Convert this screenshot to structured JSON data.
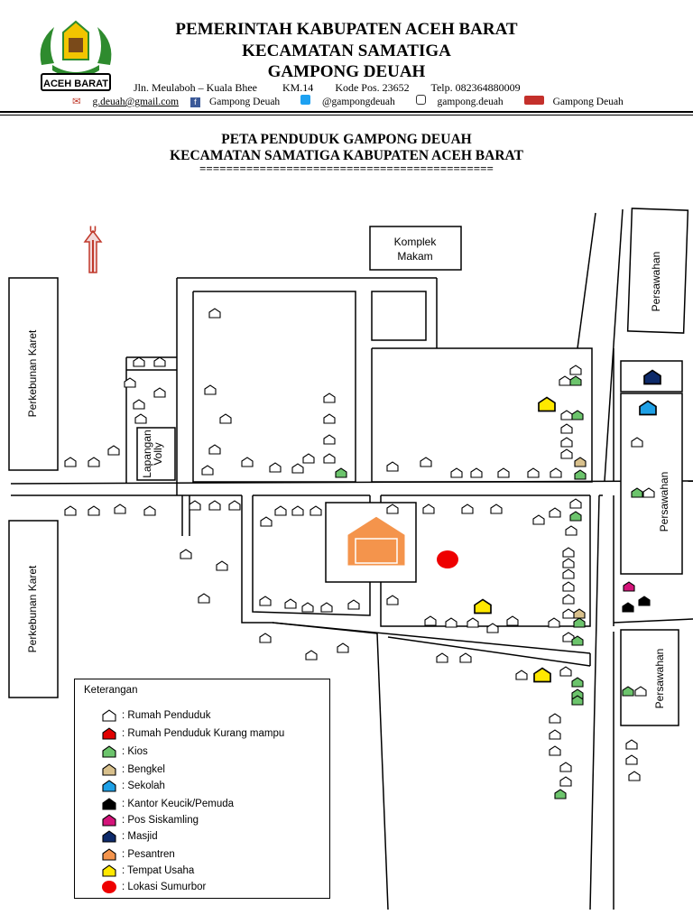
{
  "header": {
    "line1": "PEMERINTAH KABUPATEN ACEH BARAT",
    "line2": "KECAMATAN SAMATIGA",
    "line3": "GAMPONG DEUAH",
    "logo_text": "ACEH BARAT",
    "address": "Jln. Meulaboh – Kuala Bhee",
    "km": "KM.14",
    "postal": "Kode Pos. 23652",
    "phone": "Telp. 082364880009",
    "email": "g.deuah@gmail.com",
    "facebook": "Gampong Deuah",
    "twitter": "@gampongdeuah",
    "instagram": "gampong.deuah",
    "youtube": "Gampong Deuah"
  },
  "map_title": {
    "line1": "PETA PENDUDUK GAMPONG DEUAH",
    "line2": "KECAMATAN SAMATIGA KABUPATEN ACEH BARAT",
    "underline": "============================================"
  },
  "map_labels": {
    "north": "U",
    "komplek_line1": "Komplek",
    "komplek_line2": "Makam",
    "perkebunan1": "Perkebunan Karet",
    "perkebunan2": "Perkebunan Karet",
    "persawahan1": "Persawahan",
    "persawahan2": "Persawahan",
    "persawahan3": "Persawahan",
    "lapangan_line1": "Lapangan",
    "lapangan_line2": "Volly"
  },
  "legend": {
    "title": "Keterangan",
    "items": [
      {
        "label": ": Rumah Penduduk",
        "color": "#ffffff",
        "icon": "house-icon"
      },
      {
        "label": ": Rumah Penduduk Kurang mampu",
        "color": "#e00000",
        "icon": "house-icon"
      },
      {
        "label": ": Kios",
        "color": "#6cc46c",
        "icon": "house-icon"
      },
      {
        "label": ": Bengkel",
        "color": "#d8c08c",
        "icon": "house-icon"
      },
      {
        "label": ": Sekolah",
        "color": "#1ea0e6",
        "icon": "house-icon"
      },
      {
        "label": ": Kantor Keucik/Pemuda",
        "color": "#000000",
        "icon": "house-icon"
      },
      {
        "label": ": Pos Siskamling",
        "color": "#d4147a",
        "icon": "house-icon"
      },
      {
        "label": ": Masjid",
        "color": "#0d2a6a",
        "icon": "house-icon"
      },
      {
        "label": ": Pesantren",
        "color": "#f4944c",
        "icon": "house-icon"
      },
      {
        "label": ": Tempat Usaha",
        "color": "#ffe800",
        "icon": "house-icon"
      },
      {
        "label": ": Lokasi Sumurbor",
        "color": "#ee0000",
        "icon": "circle-icon"
      }
    ]
  },
  "colors": {
    "house": "#ffffff",
    "kios": "#6cc46c",
    "bengkel": "#d8c08c",
    "sekolah": "#1ea0e6",
    "kantor": "#000000",
    "siskamling": "#d4147a",
    "masjid": "#0d2a6a",
    "pesantren": "#f4944c",
    "usaha": "#ffe800",
    "sumurbor": "#ee0000",
    "logo_green": "#2e8b2e",
    "logo_yellow": "#f2c500",
    "north_arrow": "#c0392b"
  }
}
